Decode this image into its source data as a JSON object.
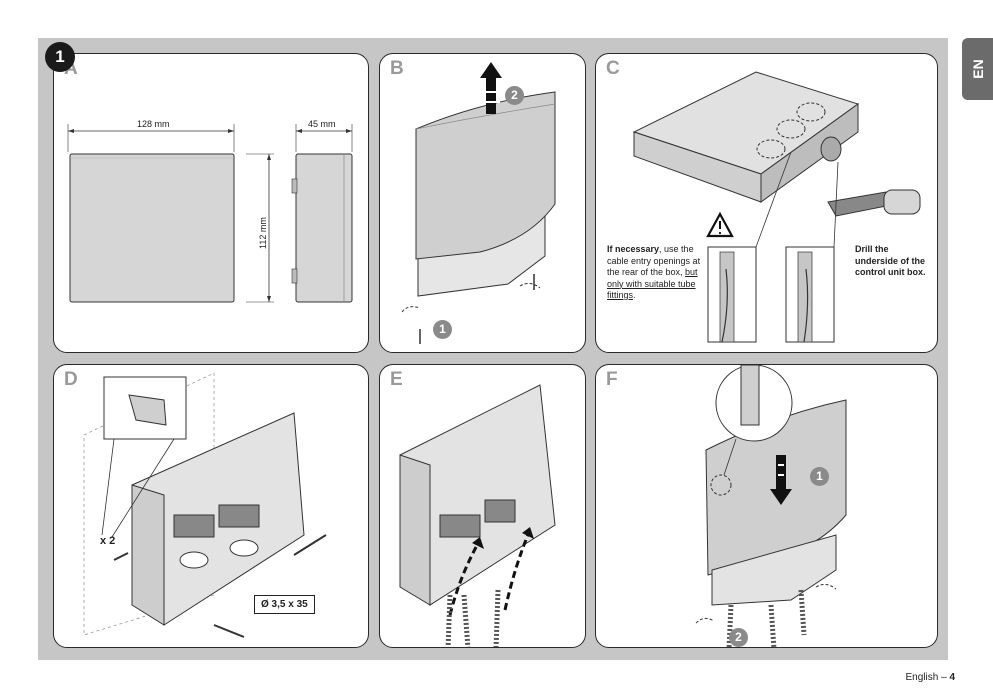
{
  "figure": {
    "step_number": "1",
    "language_tab": "EN",
    "footer": {
      "language": "English –",
      "page": "4"
    }
  },
  "panels": {
    "A": {
      "label": "A",
      "width_dim": "128 mm",
      "depth_dim": "45 mm",
      "height_dim": "112 mm"
    },
    "B": {
      "label": "B",
      "badge_lift": "2",
      "badge_screw": "1"
    },
    "C": {
      "label": "C",
      "note_left_bold": "If necessary",
      "note_left_a": ", use the cable entry openings at the rear of the box, ",
      "note_left_u": "but only with suitable tube fittings",
      "note_left_end": ".",
      "note_right": "Drill the underside of the control unit box."
    },
    "D": {
      "label": "D",
      "count": "x 2",
      "screw_size": "Ø 3,5 x 35"
    },
    "E": {
      "label": "E"
    },
    "F": {
      "label": "F",
      "badge_slide": "1",
      "badge_screw": "2"
    }
  },
  "colors": {
    "sheet_bg": "#c6c6c6",
    "panel_bg": "#ffffff",
    "badge": "#8a8a8a",
    "tab": "#6b6b6b"
  }
}
